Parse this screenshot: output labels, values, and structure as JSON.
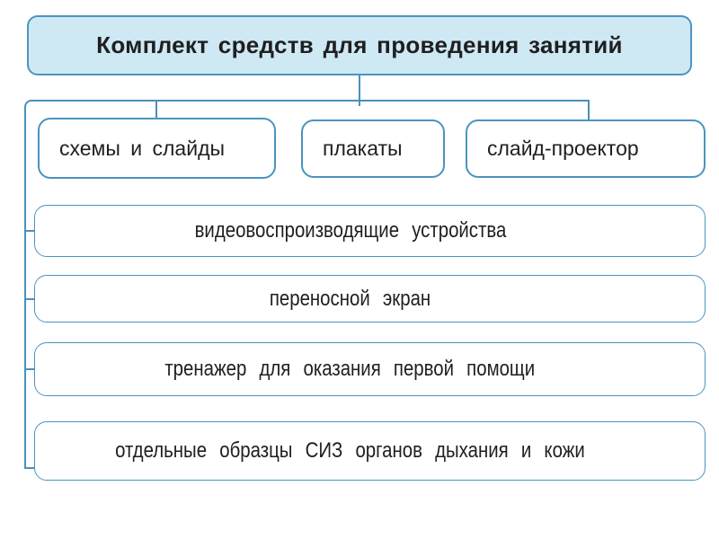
{
  "diagram": {
    "title": "Комплект средств для проведения занятий",
    "children": [
      {
        "label": "схемы и слайды"
      },
      {
        "label": "плакаты"
      },
      {
        "label": "слайд-проектор"
      }
    ],
    "list_items": [
      {
        "label": "видеовоспроизводящие устройства"
      },
      {
        "label": "переносной экран"
      },
      {
        "label": "тренажер для оказания первой помощи"
      },
      {
        "label": "отдельные образцы СИЗ органов дыхания и кожи"
      }
    ],
    "colors": {
      "accent_border": "#4a94c0",
      "connector": "#4a90bc",
      "title_fill": "#cfe9f4",
      "box_fill": "#ffffff",
      "text": "#1f1f1f",
      "background": "#ffffff"
    }
  }
}
